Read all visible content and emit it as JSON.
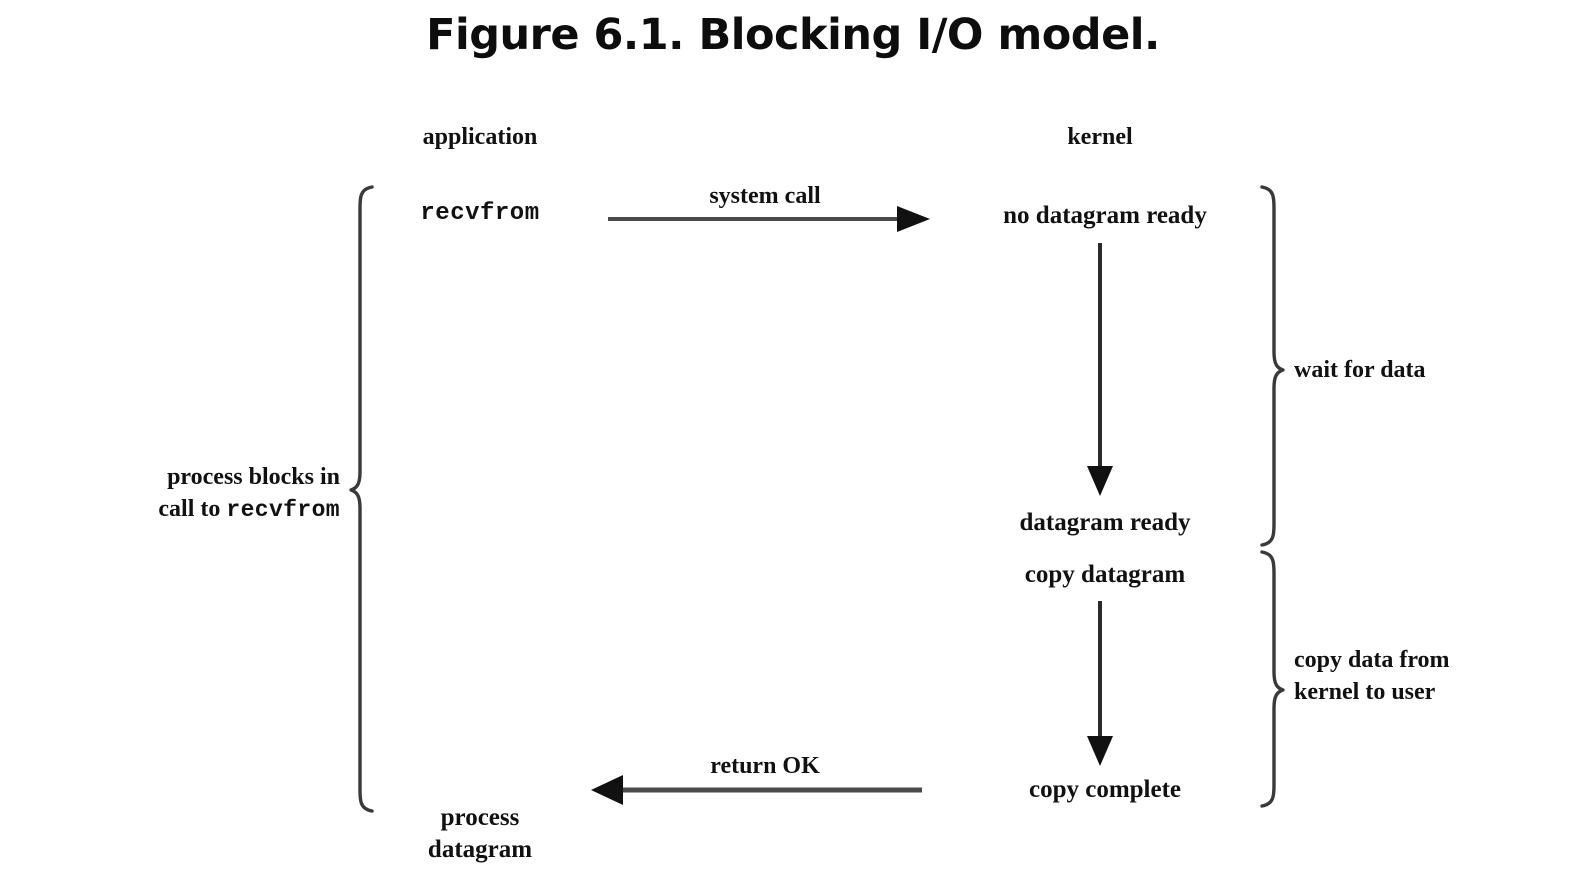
{
  "figure": {
    "title": "Figure 6.1. Blocking I/O model.",
    "type": "sequence-diagram",
    "background_color": "#ffffff",
    "ink_color": "#111111"
  },
  "columns": {
    "left_heading": "application",
    "right_heading": "kernel"
  },
  "left_column": {
    "call_label": "recvfrom",
    "bottom_label_line1": "process",
    "bottom_label_line2": "datagram",
    "brace_label_line1": "process blocks in",
    "brace_label_line2_prefix": "call to ",
    "brace_label_line2_mono": "recvfrom"
  },
  "right_column": {
    "steps": [
      "no datagram ready",
      "datagram ready",
      "copy datagram",
      "copy complete"
    ]
  },
  "arrows": {
    "system_call": "system call",
    "return_ok": "return OK"
  },
  "right_braces": [
    {
      "label": "wait for data"
    },
    {
      "label_line1": "copy data from",
      "label_line2": "kernel to user"
    }
  ]
}
